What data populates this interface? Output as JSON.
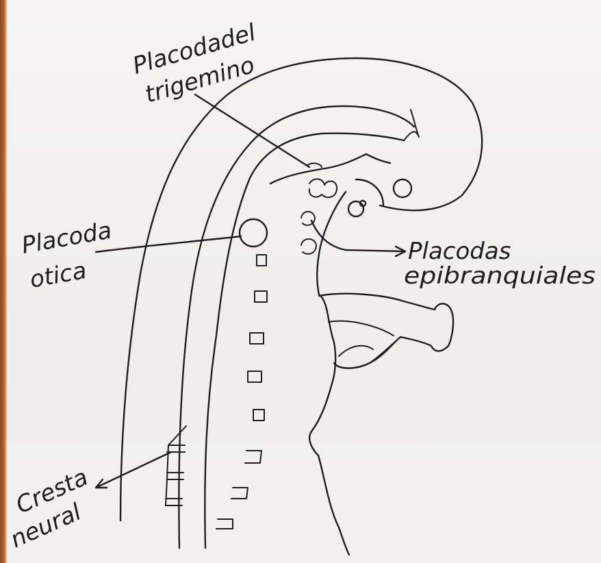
{
  "labels": {
    "trigeminal_line1": "Placodadel",
    "trigeminal_line2": "trigemino",
    "otic_line1": "Placoda",
    "otic_line2": "otica",
    "epibranchial_line1": "Placodas",
    "epibranchial_line2": "epibranquiales",
    "neural_crest_line1": "Cresta",
    "neural_crest_line2": "neural"
  },
  "colors": {
    "ink": "#1d1d22",
    "paper": "#f3f2ef"
  }
}
